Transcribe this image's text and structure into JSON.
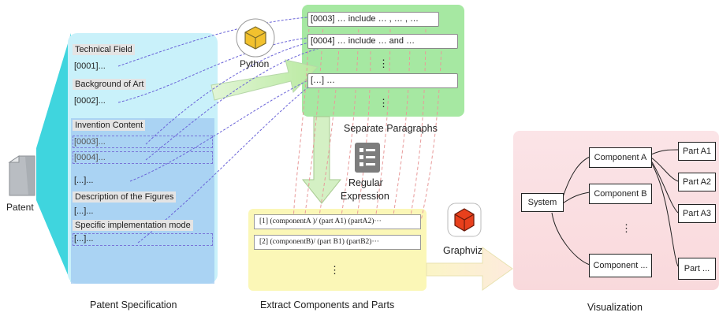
{
  "spec": {
    "caption": "Patent Specification",
    "doc_label": "Patent",
    "items": [
      {
        "label": "Technical Field",
        "num": "[0001]..."
      },
      {
        "label": "Background of Art",
        "num": "[0002]..."
      },
      {
        "label": "Invention Content",
        "nums": [
          "[0003]...",
          "[0004]...",
          "[...]..."
        ]
      },
      {
        "label": "Description of the Figures",
        "num": "[...]..."
      },
      {
        "label": "Specific implementation mode",
        "num": "[...]..."
      }
    ]
  },
  "tools": {
    "python": "Python",
    "regex_line1": "Regular",
    "regex_line2": "Expression",
    "graphviz": "Graphviz"
  },
  "paragraphs": {
    "caption": "Separate Paragraphs",
    "rows": [
      "[0003] … include … , … , …",
      "[0004] … include … and …",
      "[…] …"
    ],
    "dots": "⋮"
  },
  "components": {
    "caption": "Extract Components and Parts",
    "rows": [
      "[1]  (componentA )/ (part A1) (partA2)···",
      "[2]  (componentB)/ (part B1) (partB2)···"
    ],
    "dots": "⋮"
  },
  "visualization": {
    "caption": "Visualization",
    "system": "System",
    "components": [
      "Component A",
      "Component B",
      "Component ..."
    ],
    "parts": [
      "Part A1",
      "Part A2",
      "Part A3",
      "Part ..."
    ],
    "dots": "⋮"
  },
  "colors": {
    "spec_panel": "#c9f1fa",
    "invention_block": "#9fc8f0",
    "teal_fan": "#3fd5de",
    "para_panel": "#a6e8a2",
    "comp_panel": "#fbf7b7",
    "vis_panel": "#fbe0e3",
    "arrow_green": "#ccf0b8",
    "arrow_yellow": "#fcfae0",
    "dashed_blue": "#6a63d8",
    "dashed_pink": "#e89a9a"
  }
}
